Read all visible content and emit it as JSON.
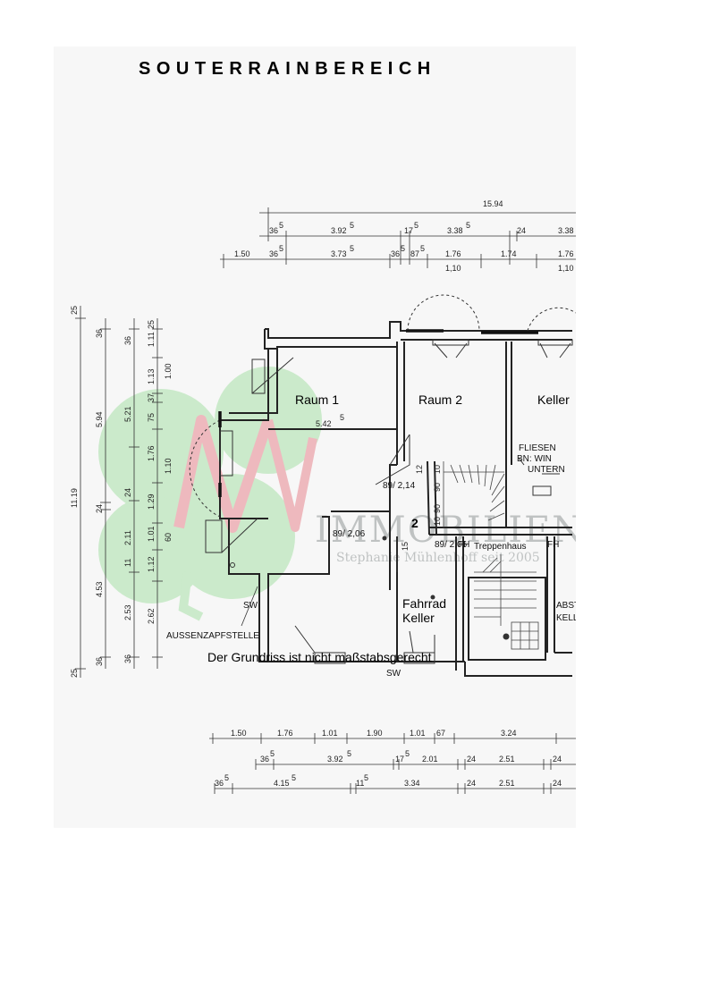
{
  "page": {
    "title": "SOUTERRAINBEREICH",
    "scale_note": "Der Grundriss ist nicht maßstabsgerecht"
  },
  "watermark": {
    "logo_letters": "MW",
    "brand": "IMMOBILIEN",
    "subline": "Stephanie Mühlenhoff seit 2005",
    "colors": {
      "logo_green": "#66cc66",
      "logo_red": "#dd3344",
      "text_gray": "#9aa0a0"
    }
  },
  "rooms": {
    "raum1": "Raum 1",
    "raum2": "Raum 2",
    "keller": "Keller",
    "fahrrad_1": "Fahrrad",
    "fahrrad_2": "Keller",
    "treppenhaus": "Treppenhaus",
    "abst_1": "ABST",
    "abst_2": "KELL"
  },
  "annotations": {
    "aussenzapfstelle": "AUSSENZAPFSTELLE",
    "sw_left": "SW",
    "sw_bottom": "SW",
    "fliesen": "FLIESEN",
    "bn_win": "BN: WIN",
    "untern": "UNTERN",
    "fh_left": "FH",
    "fh_right": "FH",
    "door_1": "89/ 2,14",
    "door_2": "89/ 2,06",
    "door_3": "89/ 2,06",
    "stair_no": "2",
    "raum1_width": "5.42",
    "raum1_width_sup": "5"
  },
  "dimensions": {
    "overall_top": "15.94",
    "top_row1": [
      {
        "v": "36",
        "s": "5"
      },
      {
        "v": "3.92",
        "s": "5"
      },
      {
        "v": "17",
        "s": "5"
      },
      {
        "v": "3.38",
        "s": "5"
      },
      {
        "v": "24",
        "s": ""
      },
      {
        "v": "3.38",
        "s": ""
      }
    ],
    "top_row2": [
      {
        "v": "1.50",
        "s": ""
      },
      {
        "v": "36",
        "s": "5"
      },
      {
        "v": "3.73",
        "s": "5"
      },
      {
        "v": "36",
        "s": "5"
      },
      {
        "v": "87",
        "s": "5"
      },
      {
        "v": "1.76",
        "s": ""
      },
      {
        "v": "1.74",
        "s": ""
      },
      {
        "v": "1.76",
        "s": ""
      }
    ],
    "top_row3": [
      "1,10",
      "1,10"
    ],
    "left_outer": [
      "25",
      "11.19",
      "25"
    ],
    "left_mid": [
      "36",
      "5.94",
      "24",
      "4.53",
      "36"
    ],
    "left_mid_sups": [
      "5",
      "5"
    ],
    "left_inner": [
      "36",
      "5.21",
      "24",
      "2.11",
      "11",
      "2.53",
      "36"
    ],
    "left_inner_sups": [
      "5",
      "5",
      "5"
    ],
    "left_right": [
      "25",
      "1.11",
      "1.13",
      "37",
      "75",
      "1.76",
      "1.29",
      "1.01",
      "1.12",
      "2.62"
    ],
    "left_right_sups": [
      "5",
      "5",
      "5",
      "5"
    ],
    "left_inner2": [
      "1.00",
      "1.10",
      "60"
    ],
    "stair_dims": [
      "12",
      "10",
      "90",
      "90",
      "10",
      "15"
    ],
    "bottom_row1": [
      "1.50",
      "1.76",
      "1.01",
      "1.90",
      "1.01",
      "67",
      "3.24"
    ],
    "bottom_row2": [
      {
        "v": "36",
        "s": "5"
      },
      {
        "v": "3.92",
        "s": "5"
      },
      {
        "v": "17",
        "s": "5"
      },
      {
        "v": "2.01",
        "s": ""
      },
      {
        "v": "24",
        "s": ""
      },
      {
        "v": "2.51",
        "s": ""
      },
      {
        "v": "24",
        "s": ""
      }
    ],
    "bottom_row3": [
      {
        "v": "36",
        "s": "5"
      },
      {
        "v": "4.15",
        "s": "5"
      },
      {
        "v": "11",
        "s": "5"
      },
      {
        "v": "3.34",
        "s": ""
      },
      {
        "v": "24",
        "s": ""
      },
      {
        "v": "2.51",
        "s": ""
      },
      {
        "v": "24",
        "s": ""
      }
    ]
  }
}
